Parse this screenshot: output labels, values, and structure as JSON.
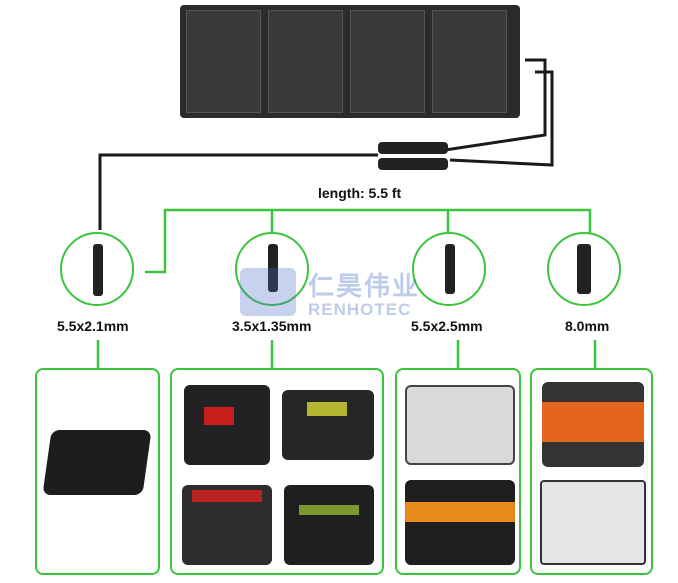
{
  "cable": {
    "length_label": "length: 5.5 ft"
  },
  "connectors": [
    {
      "size": "5.5x2.1mm"
    },
    {
      "size": "3.5x1.35mm"
    },
    {
      "size": "5.5x2.5mm"
    },
    {
      "size": "8.0mm"
    }
  ],
  "watermark": {
    "chinese": "仁昊伟业",
    "english": "RENHOTEC"
  },
  "colors": {
    "accent_green": "#3cc43c",
    "panel_dark": "#2b2b2b",
    "cable": "#1a1a1a"
  }
}
